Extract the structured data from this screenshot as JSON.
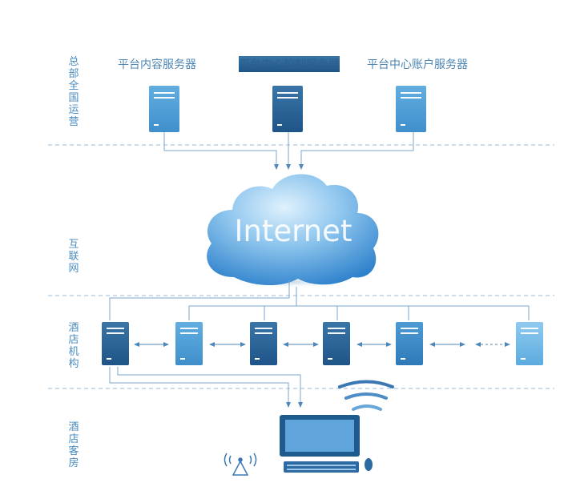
{
  "layers": [
    {
      "id": "hq",
      "label": "总部全国运营"
    },
    {
      "id": "internet",
      "label": "互联网"
    },
    {
      "id": "hotel",
      "label": "酒店机构"
    },
    {
      "id": "room",
      "label": "酒店客房"
    }
  ],
  "hq_servers": [
    {
      "label": "平台内容服务器",
      "style": "light"
    },
    {
      "label": "平台中心控制服务器",
      "style": "dark"
    },
    {
      "label": "平台中心账户服务器",
      "style": "light"
    }
  ],
  "cloud": {
    "label": "Internet"
  },
  "hotel_servers": [
    "dark",
    "light",
    "dark",
    "dark",
    "mid",
    "pale"
  ],
  "colors": {
    "accent": "#4a8cc0",
    "line": "#7aa6cc",
    "divider": "#9bbad6"
  }
}
